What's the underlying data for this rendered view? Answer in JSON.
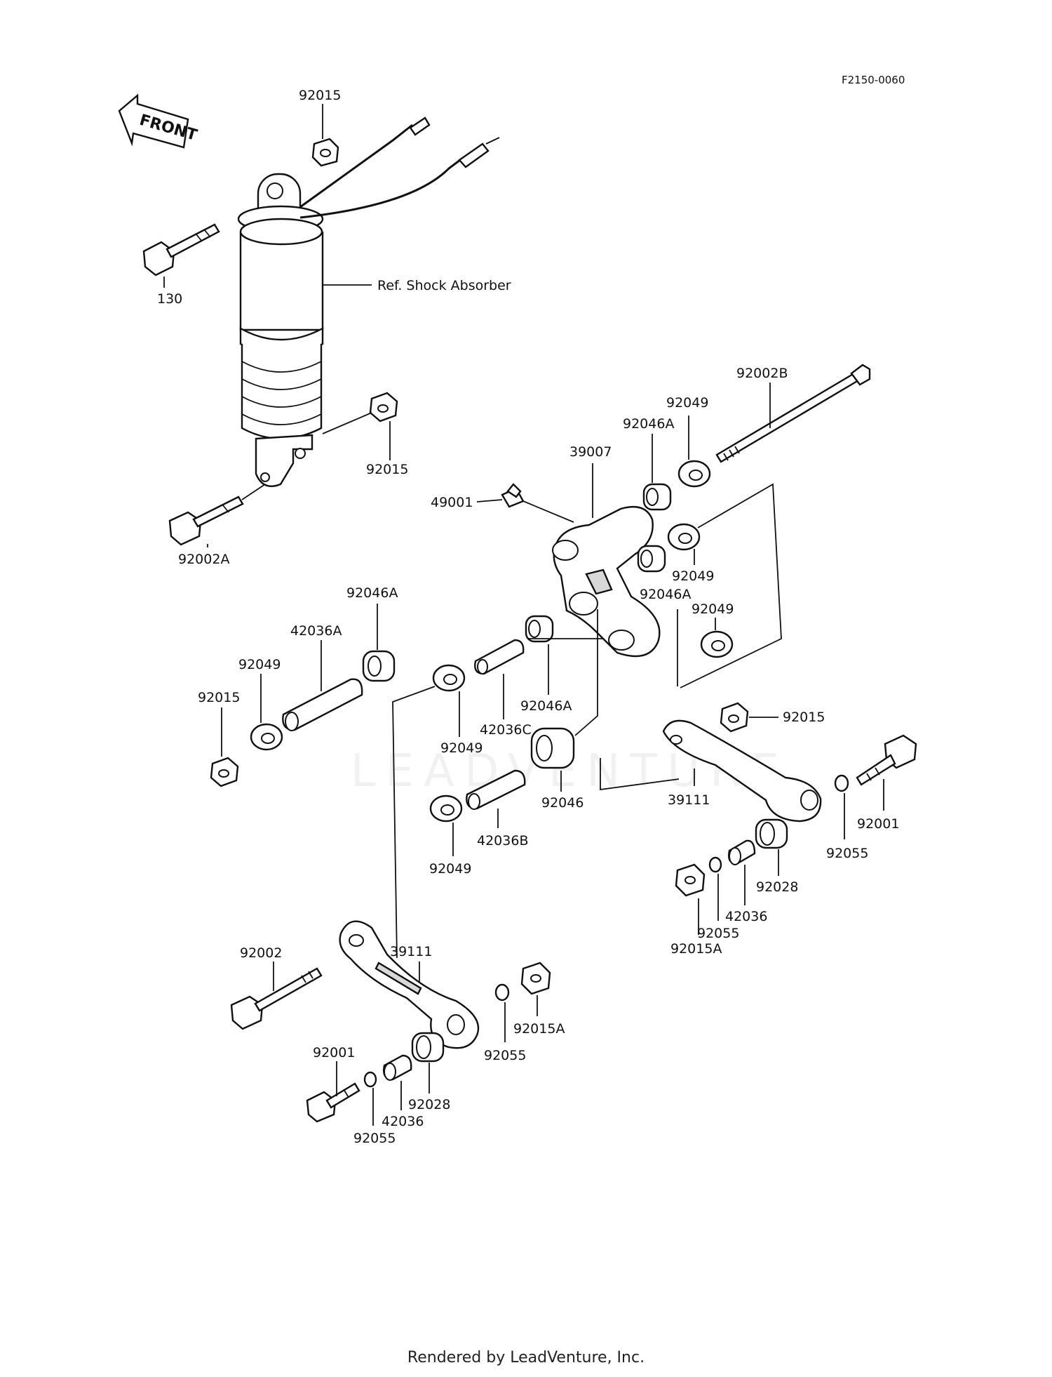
{
  "diagram_code": "F2150-0060",
  "front_label": "FRONT",
  "ref_label": "Ref. Shock Absorber",
  "watermark": "LEADVENTURE",
  "footer": "Rendered by LeadVenture, Inc.",
  "parts": {
    "p92015_top": "92015",
    "p130": "130",
    "p92015_mid": "92015",
    "p92002A": "92002A",
    "p92002B": "92002B",
    "p92049_top": "92049",
    "p92046A_top": "92046A",
    "p39007": "39007",
    "p49001": "49001",
    "p92049_r1": "92049",
    "p92046A_r": "92046A",
    "p92049_r2": "92049",
    "p92046A_left": "92046A",
    "p42036A": "42036A",
    "p92049_left": "92049",
    "p92015_left": "92015",
    "p92046A_c": "92046A",
    "p42036C": "42036C",
    "p92049_c": "92049",
    "p92015_right": "92015",
    "p92046": "92046",
    "p42036B": "42036B",
    "p92049_low": "92049",
    "p39111_right": "39111",
    "p92001_right": "92001",
    "p92055_right": "92055",
    "p92028_right": "92028",
    "p42036_right": "42036",
    "p92055_r2": "92055",
    "p92015A_right": "92015A",
    "p92002": "92002",
    "p39111_left": "39111",
    "p92055_left": "92055",
    "p92015A_left": "92015A",
    "p92001_left": "92001",
    "p92028_left": "92028",
    "p42036_left": "42036",
    "p92055_bottom": "92055"
  }
}
